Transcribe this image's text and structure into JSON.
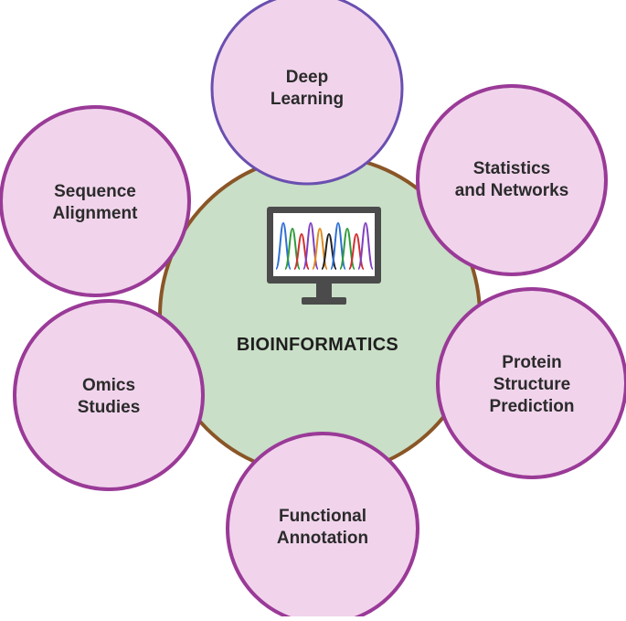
{
  "colors": {
    "center_fill": "#c9dfc7",
    "center_stroke": "#8a5627",
    "node_fill": "#f1d4ec",
    "node_stroke": "#9a3a97",
    "top_node_stroke": "#6a4fb0",
    "monitor_frame": "#4b4b4b",
    "peak_colors": [
      "#2f6fd6",
      "#2f9c3a",
      "#d12f2f",
      "#7f3fbf",
      "#e08a1e",
      "#222222"
    ]
  },
  "center": {
    "title": "BIOINFORMATICS",
    "icon": "monitor-chromatogram-icon"
  },
  "nodes": [
    {
      "id": "deep-learning",
      "lines": [
        "Deep",
        "Learning"
      ]
    },
    {
      "id": "statistics-networks",
      "lines": [
        "Statistics",
        "and Networks"
      ]
    },
    {
      "id": "protein-structure",
      "lines": [
        "Protein",
        "Structure",
        "Prediction"
      ]
    },
    {
      "id": "functional-annotation",
      "lines": [
        "Functional",
        "Annotation"
      ]
    },
    {
      "id": "omics-studies",
      "lines": [
        "Omics",
        "Studies"
      ]
    },
    {
      "id": "sequence-alignment",
      "lines": [
        "Sequence",
        "Alignment"
      ]
    }
  ]
}
